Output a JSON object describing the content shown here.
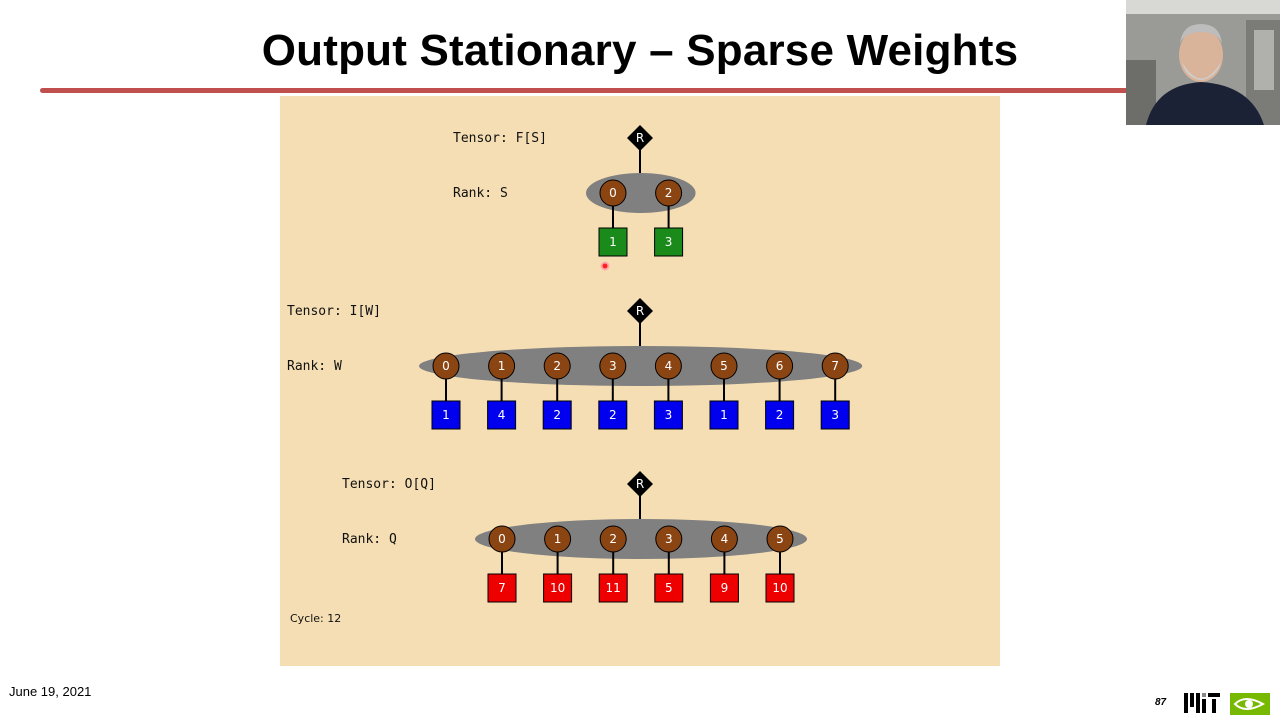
{
  "slide": {
    "title": "Output Stationary – Sparse Weights",
    "date": "June 19, 2021",
    "page_number": "87"
  },
  "diagram": {
    "cycle_label": "Cycle: 12",
    "root_label": "R",
    "tensors": [
      {
        "tensor_label": "Tensor: F[S]",
        "rank_label": "Rank: S",
        "coords": [
          "0",
          "2"
        ],
        "values": [
          "1",
          "3"
        ],
        "leaf_color": "#1a8a1a"
      },
      {
        "tensor_label": "Tensor: I[W]",
        "rank_label": "Rank: W",
        "coords": [
          "0",
          "1",
          "2",
          "3",
          "4",
          "5",
          "6",
          "7"
        ],
        "values": [
          "1",
          "4",
          "2",
          "2",
          "3",
          "1",
          "2",
          "3"
        ],
        "leaf_color": "#0000ee"
      },
      {
        "tensor_label": "Tensor: O[Q]",
        "rank_label": "Rank: Q",
        "coords": [
          "0",
          "1",
          "2",
          "3",
          "4",
          "5"
        ],
        "values": [
          "7",
          "10",
          "11",
          "5",
          "9",
          "10"
        ],
        "leaf_color": "#ee0000"
      }
    ],
    "colors": {
      "coord_node": "#8b4513",
      "fiber_ellipse": "#808080",
      "root_diamond": "#000000",
      "panel_bg": "#f5deb3"
    }
  },
  "logos": [
    "MIT logo",
    "NVIDIA logo"
  ]
}
